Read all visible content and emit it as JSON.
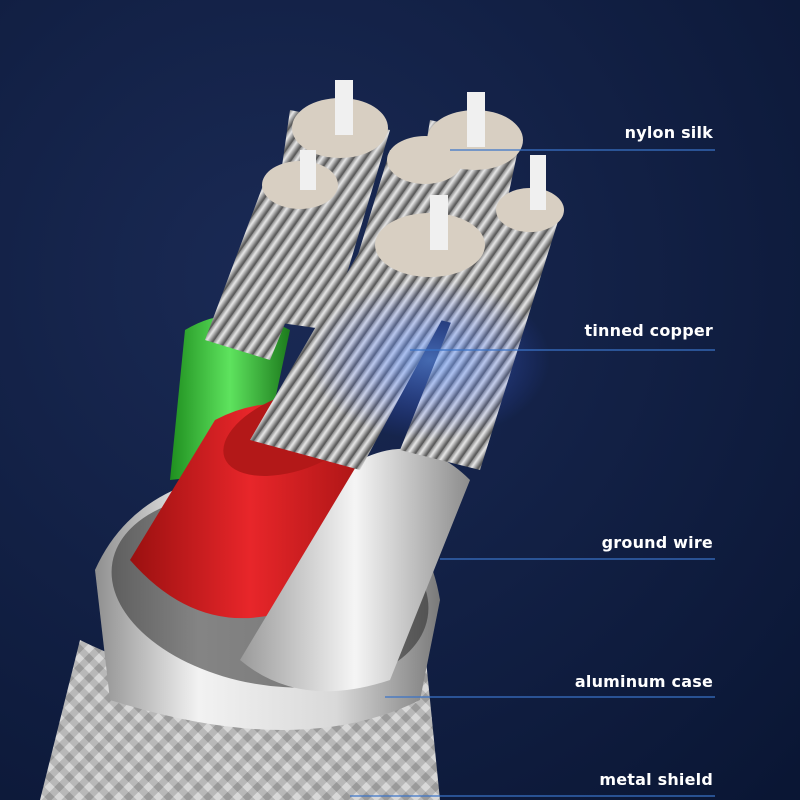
{
  "labels": [
    "nylon silk",
    "tinned copper",
    "ground wire",
    "aluminum case",
    "metal shield"
  ],
  "colors": {
    "background": "#0d1a3d",
    "leader_line": "#3a73c8",
    "red_insulation": "#e0262a",
    "green_insulation": "#3fd13f",
    "white_insulation": "#eeeeee",
    "copper_strands": "#d8cfc2"
  }
}
